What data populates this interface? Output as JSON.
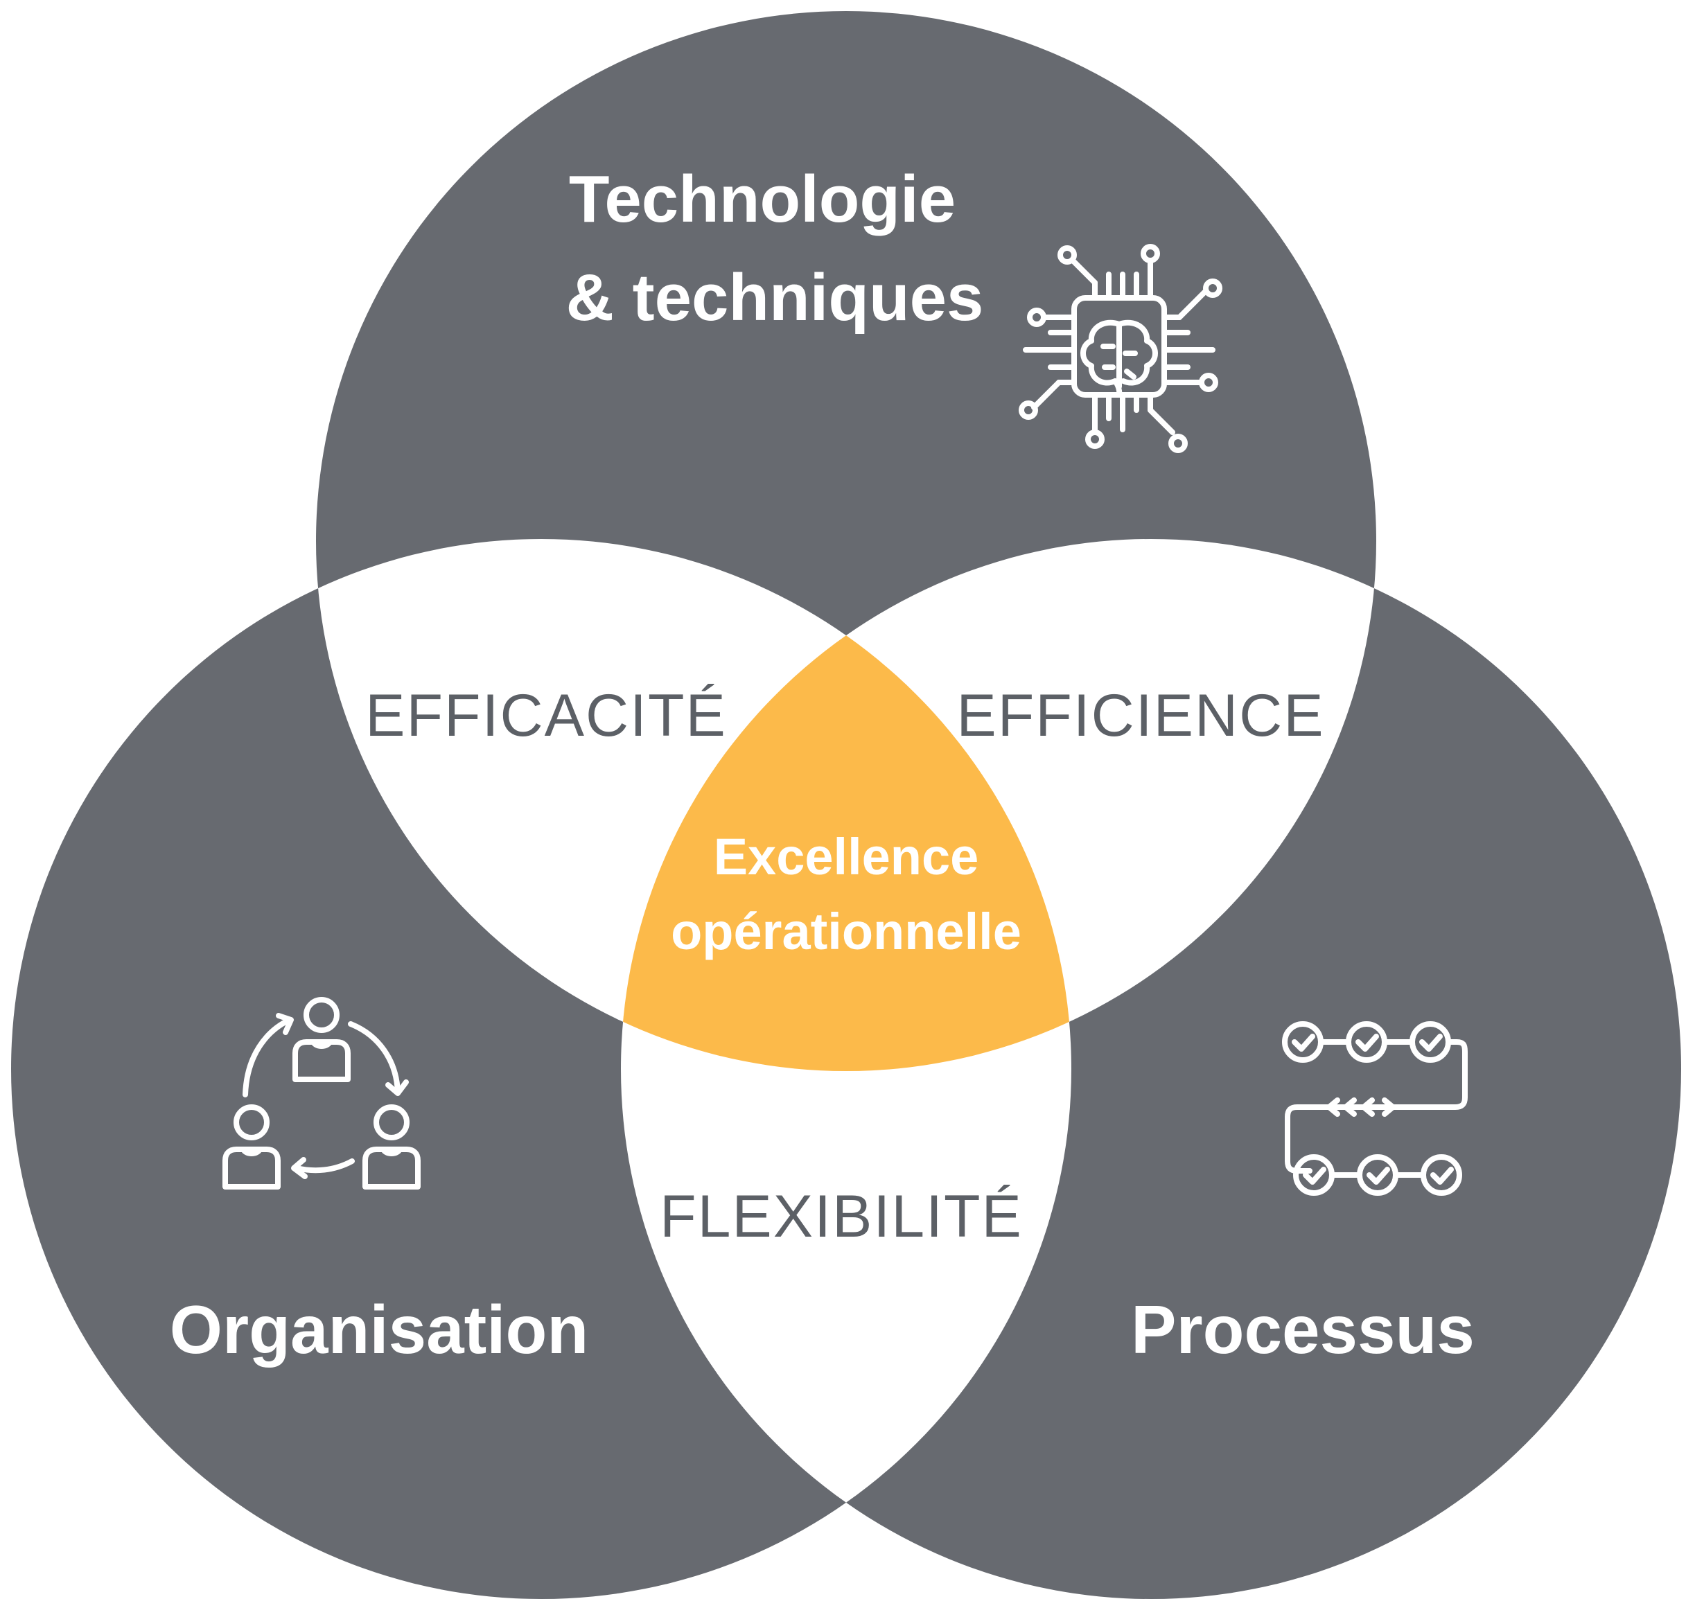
{
  "colors": {
    "circle_fill": "#676a70",
    "overlap_fill": "#ffffff",
    "center_fill": "#fcba4a",
    "title_text": "#ffffff",
    "overlap_text": "#5c6066"
  },
  "circles": {
    "technologie": {
      "title_line1": "Technologie",
      "title_line2": "& techniques",
      "icon": "ai-chip-brain-icon"
    },
    "organisation": {
      "title": "Organisation",
      "icon": "team-cycle-icon"
    },
    "processus": {
      "title": "Processus",
      "icon": "workflow-checklist-icon"
    }
  },
  "overlaps": {
    "technologie_organisation": "EFFICACITÉ",
    "technologie_processus": "EFFICIENCE",
    "organisation_processus": "FLEXIBILITÉ"
  },
  "center": {
    "line1": "Excellence",
    "line2": "opérationnelle"
  }
}
